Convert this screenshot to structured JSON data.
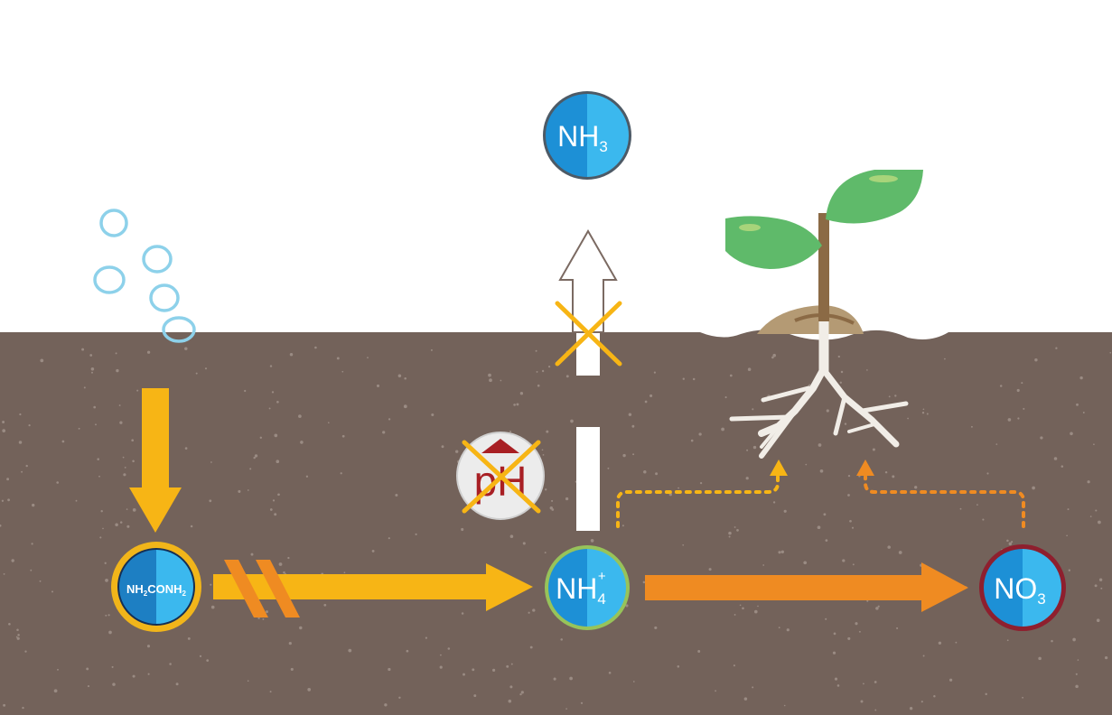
{
  "molecules": {
    "urea": {
      "main": "NH",
      "sub1": "2",
      "mid": "CONH",
      "sub2": "2"
    },
    "ammonium": {
      "main": "NH",
      "sub": "4",
      "sup": "+"
    },
    "ammonia": {
      "main": "NH",
      "sub": "3"
    },
    "nitrate": {
      "main": "NO",
      "sub": "3"
    }
  },
  "ph_badge": {
    "label": "pH"
  },
  "colors": {
    "soil": "#73625a",
    "soil_speckle": "#9a8b83",
    "arrow_yellow": "#f7b515",
    "arrow_orange": "#ef8b22",
    "molecule_blue_light": "#3bb8ee",
    "molecule_blue_dark": "#1d7fc3",
    "ring_yellow": "#f1b51a",
    "ring_green": "#97c35a",
    "ring_red": "#8e1f2e",
    "cross_yellow": "#f7b515",
    "ph_red": "#a81f24",
    "leaf_green": "#5fba6a",
    "stem_brown": "#8b6a45",
    "root_white": "#f1ede7",
    "bubble_blue": "#8dd1ea"
  },
  "icons": [
    "bubble-icon",
    "plant-seedling-icon",
    "ph-up-icon",
    "cross-icon"
  ]
}
